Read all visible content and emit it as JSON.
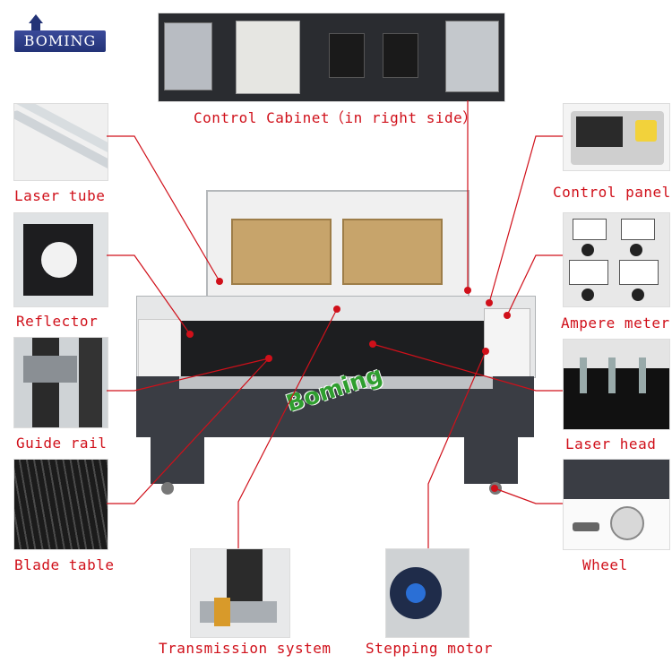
{
  "brand": {
    "logo_text": "BOMING",
    "watermark": "Boming"
  },
  "labels": {
    "control_cabinet": "Control Cabinet（in right side）",
    "laser_tube": "Laser tube",
    "reflector": "Reflector",
    "guide_rail": "Guide rail",
    "blade_table": "Blade table",
    "transmission_system": "Transmission system",
    "stepping_motor": "Stepping motor",
    "control_panel": "Control panel",
    "ampere_meter": "Ampere meter",
    "laser_head": "Laser head",
    "wheel": "Wheel"
  },
  "colors": {
    "label": "#d0101a",
    "accent": "#2f9e2f",
    "machine_dark": "#3a3d44"
  }
}
